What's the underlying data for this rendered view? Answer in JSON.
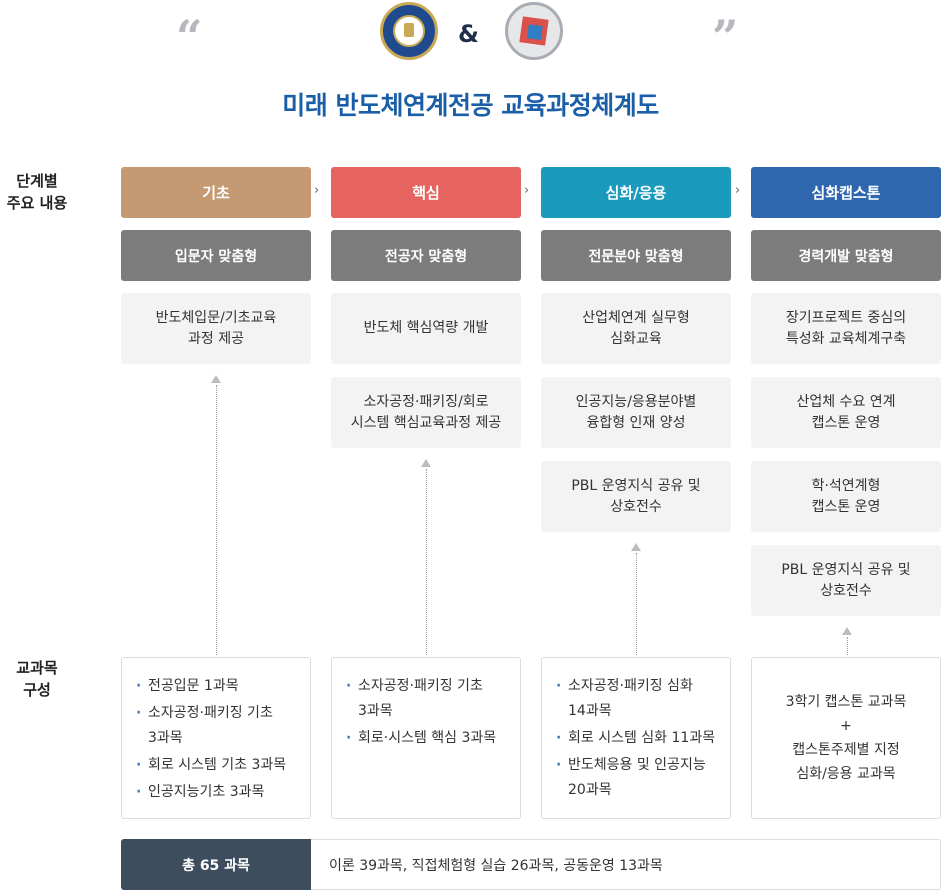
{
  "header": {
    "open_quote": "“",
    "close_quote": "”",
    "ampersand": "&",
    "title": "미래 반도체연계전공 교육과정체계도"
  },
  "row_labels": {
    "stage_line1": "단계별",
    "stage_line2": "주요 내용",
    "course_line1": "교과목",
    "course_line2": "구성"
  },
  "arrow_glyph": "›",
  "stages": [
    {
      "name": "기초",
      "color": "#c59a72",
      "type": "입문자 맞춤형"
    },
    {
      "name": "핵심",
      "color": "#e5645f",
      "type": "전공자 맞춤형"
    },
    {
      "name": "심화/응용",
      "color": "#1a9bbd",
      "type": "전문분야 맞춤형"
    },
    {
      "name": "심화캡스톤",
      "color": "#2e67ad",
      "type": "경력개발 맞춤형"
    }
  ],
  "contents": [
    [
      "반도체입문/기초교육\n과정 제공"
    ],
    [
      "반도체 핵심역량 개발",
      "소자공정·패키징/회로\n시스템 핵심교육과정 제공"
    ],
    [
      "산업체연계 실무형\n심화교육",
      "인공지능/응용분야별\n융합형 인재 양성",
      "PBL 운영지식 공유 및\n상호전수"
    ],
    [
      "장기프로젝트 중심의\n특성화 교육체계구축",
      "산업체 수요 연계\n캡스톤 운영",
      "학·석연계형\n캡스톤 운영",
      "PBL 운영지식 공유 및\n상호전수"
    ]
  ],
  "courses": [
    [
      "전공입문 1과목",
      "소자공정·패키징 기초\n3과목",
      "회로 시스템 기초 3과목",
      "인공지능기초 3과목"
    ],
    [
      "소자공정·패키징 기초\n3과목",
      "회로·시스템 핵심 3과목"
    ],
    [
      "소자공정·패키징 심화\n14과목",
      "회로 시스템 심화 11과목",
      "반도체응용 및 인공지능\n20과목"
    ]
  ],
  "capstone_course": {
    "line1": "3학기 캡스톤 교과목",
    "plus": "+",
    "line2": "캡스톤주제별 지정",
    "line3": "심화/응용 교과목"
  },
  "total": {
    "label": "총 65 과목",
    "detail": "이론 39과목, 직접체험형 실습 26과목, 공동운영 13과목"
  }
}
